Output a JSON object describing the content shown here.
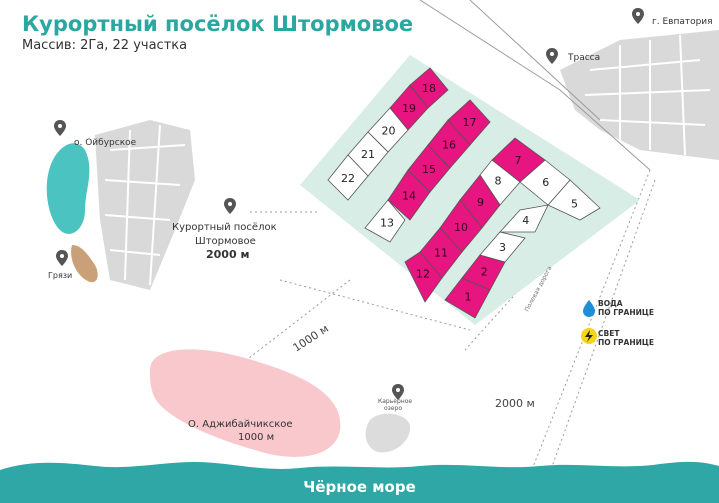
{
  "header": {
    "title": "Курортный посёлок Штормовое",
    "subtitle": "Массив: 2Га, 22 участка"
  },
  "places": {
    "evpatoria": "г. Евпатория",
    "trasse": "Трасса",
    "lake_oybur": "о. Ойбурское",
    "mud": "Грязи",
    "village_name": "Курортный посёлок Штормовое",
    "village_dist": "2000 м",
    "lake_adzhi_name": "О. Аджибайчикское",
    "lake_adzhi_dist": "1000 м",
    "quarry": "Карьерное\nозеро",
    "dist_1000": "1000 м",
    "dist_2000": "2000 м",
    "road_label": "Полевая дорога",
    "sea": "Чёрное море"
  },
  "legend": {
    "water": "ВОДА\nПО ГРАНИЦЕ",
    "power": "СВЕТ\nПО ГРАНИЦЕ"
  },
  "plots": [
    {
      "n": "1",
      "status": "sold"
    },
    {
      "n": "2",
      "status": "sold"
    },
    {
      "n": "3",
      "status": "free"
    },
    {
      "n": "4",
      "status": "free"
    },
    {
      "n": "5",
      "status": "free"
    },
    {
      "n": "6",
      "status": "free"
    },
    {
      "n": "7",
      "status": "sold"
    },
    {
      "n": "8",
      "status": "free"
    },
    {
      "n": "9",
      "status": "sold"
    },
    {
      "n": "10",
      "status": "sold"
    },
    {
      "n": "11",
      "status": "sold"
    },
    {
      "n": "12",
      "status": "sold"
    },
    {
      "n": "13",
      "status": "free"
    },
    {
      "n": "14",
      "status": "sold"
    },
    {
      "n": "15",
      "status": "sold"
    },
    {
      "n": "16",
      "status": "sold"
    },
    {
      "n": "17",
      "status": "sold"
    },
    {
      "n": "18",
      "status": "sold"
    },
    {
      "n": "19",
      "status": "sold"
    },
    {
      "n": "20",
      "status": "free"
    },
    {
      "n": "21",
      "status": "free"
    },
    {
      "n": "22",
      "status": "free"
    }
  ],
  "colors": {
    "brand": "#2aa7a0",
    "sold": "#e6157f",
    "free": "#ffffff",
    "site_bg": "#d8ede6",
    "lake_oybur": "#4bc3c0",
    "mud": "#c9a077",
    "lake_adzhi": "#f8c8cc",
    "sea": "#2fa7a6",
    "city": "#d9d9d9"
  }
}
